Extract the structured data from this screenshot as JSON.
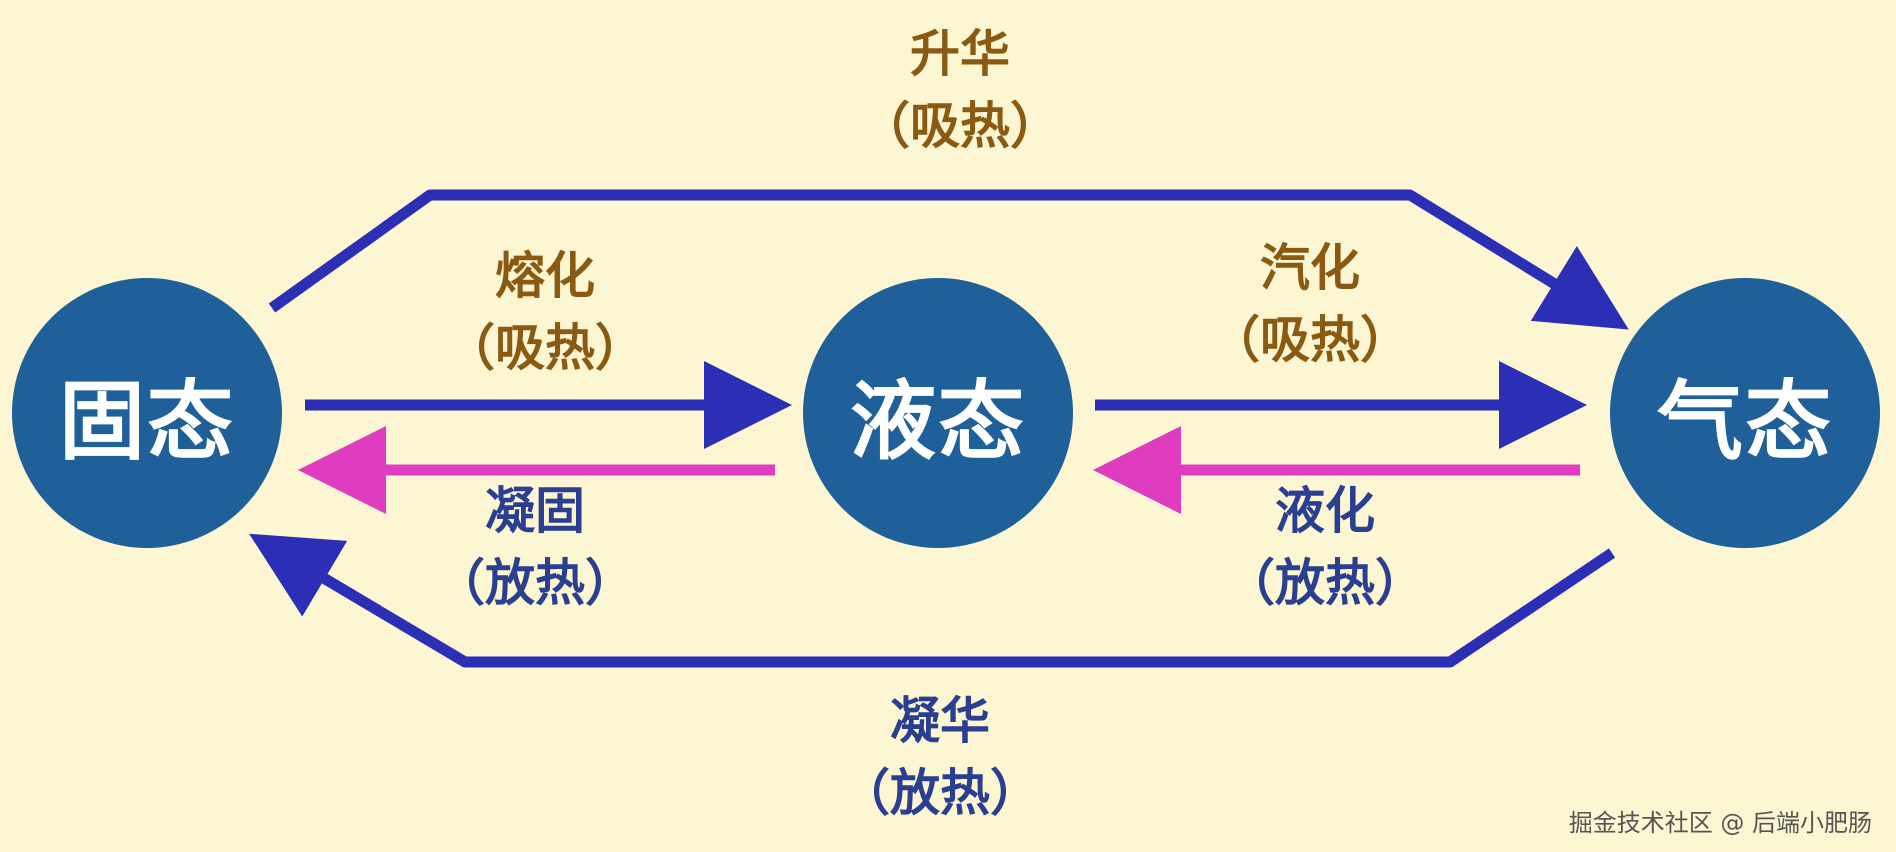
{
  "colors": {
    "background": "#fdf6d2",
    "state_circle": "#1f5f9a",
    "absorb_arrow": "#2b2fb5",
    "release_arrow": "#e03cc2",
    "absorb_text": "#8a5a12",
    "release_text": "#2a3f8f"
  },
  "states": {
    "solid": "固态",
    "liquid": "液态",
    "gas": "气态"
  },
  "transitions": {
    "sublimation": {
      "name": "升华",
      "heat": "（吸热）"
    },
    "melting": {
      "name": "熔化",
      "heat": "（吸热）"
    },
    "vaporization": {
      "name": "汽化",
      "heat": "（吸热）"
    },
    "solidification": {
      "name": "凝固",
      "heat": "（放热）"
    },
    "liquefaction": {
      "name": "液化",
      "heat": "（放热）"
    },
    "deposition": {
      "name": "凝华",
      "heat": "（放热）"
    }
  },
  "watermark": "掘金技术社区 @ 后端小肥肠"
}
